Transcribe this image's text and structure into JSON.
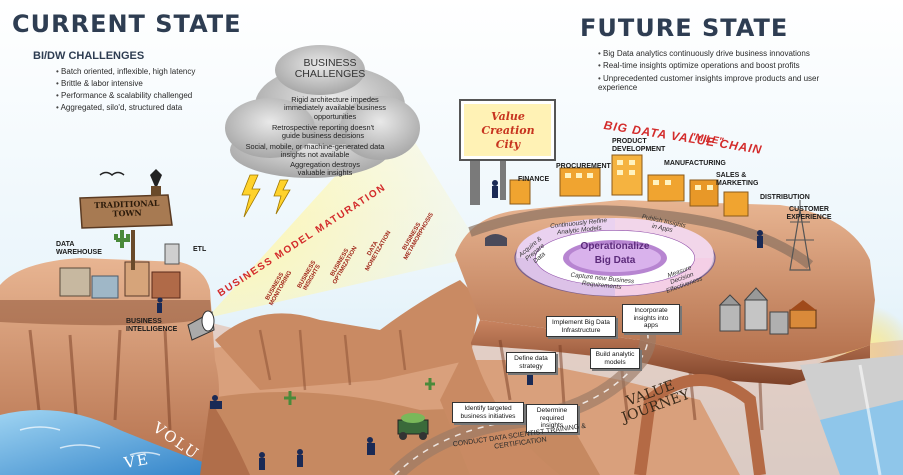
{
  "current_state": {
    "title": "CURRENT STATE",
    "subtitle": "BI/DW CHALLENGES",
    "bullets": [
      "Batch oriented, inflexible, high latency",
      "Brittle & labor intensive",
      "Performance & scalability challenged",
      "Aggregated, silo'd, structured data"
    ]
  },
  "business_challenges": {
    "title_line1": "BUSINESS",
    "title_line2": "CHALLENGES",
    "bullets": [
      "Rigid architecture impedes immediately available business opportunities",
      "Retrospective reporting doesn't guide business decisions",
      "Social, mobile, or machine-generated data insights not available",
      "Aggregation destroys valuable insights"
    ]
  },
  "future_state": {
    "title": "FUTURE STATE",
    "bullets": [
      "Big Data analytics continuously drive business innovations",
      "Real-time insights optimize operations and boost profits",
      "Unprecedented customer insights improve products and user experience"
    ]
  },
  "left_mesa": {
    "town_sign_line1": "TRADITIONAL",
    "town_sign_line2": "TOWN",
    "data_warehouse_line1": "DATA",
    "data_warehouse_line2": "WAREHOUSE",
    "etl": "ETL",
    "bi_line1": "BUSINESS",
    "bi_line2": "INTELLIGENCE"
  },
  "maturation": {
    "banner": "BUSINESS MODEL MATURATION",
    "stages": [
      "BUSINESS MONITORING",
      "BUSINESS INSIGHTS",
      "BUSINESS OPTIMIZATION",
      "DATA MONETIZATION",
      "BUSINESS METAMORPHOSIS"
    ]
  },
  "value_chain": {
    "title": "BIG DATA VALUE CHAIN",
    "subtitle": "\"MILE\"",
    "billboard_line1": "Value Creation",
    "billboard_line2": "City",
    "stations": [
      "FINANCE",
      "PROCUREMENT",
      "PRODUCT DEVELOPMENT",
      "MANUFACTURING",
      "SALES & MARKETING",
      "DISTRIBUTION",
      "CUSTOMER EXPERIENCE"
    ]
  },
  "cycle": {
    "center_line1": "Operationalize",
    "center_line2": "Big Data",
    "steps": [
      "Continuously Refine Analytic Models",
      "Publish Insights in Apps",
      "Acquire & Prepare Data",
      "Capture new Business Requirements",
      "Measure Decision Effectiveness"
    ]
  },
  "journey": {
    "label_line1": "VALUE",
    "label_line2": "JOURNEY",
    "steps": [
      "Implement Big Data Infrastructure",
      "Incorporate insights into apps",
      "Define data strategy",
      "Build analytic models",
      "Identify targeted business initiatives",
      "Determine required insights"
    ],
    "training": "CONDUCT DATA SCIENTIST TRAINING & CERTIFICATION"
  },
  "river": {
    "label1": "VOLU",
    "label2": "VE"
  },
  "colors": {
    "title": "#2e3d52",
    "accent_red": "#d32b2b",
    "sky": "#dbeefa",
    "rock": "#c98a63",
    "rock_dark": "#8a4f33",
    "building": "#f0a430",
    "cycle_pink": "#d77fc0",
    "cycle_purple": "#8e4ca8"
  }
}
